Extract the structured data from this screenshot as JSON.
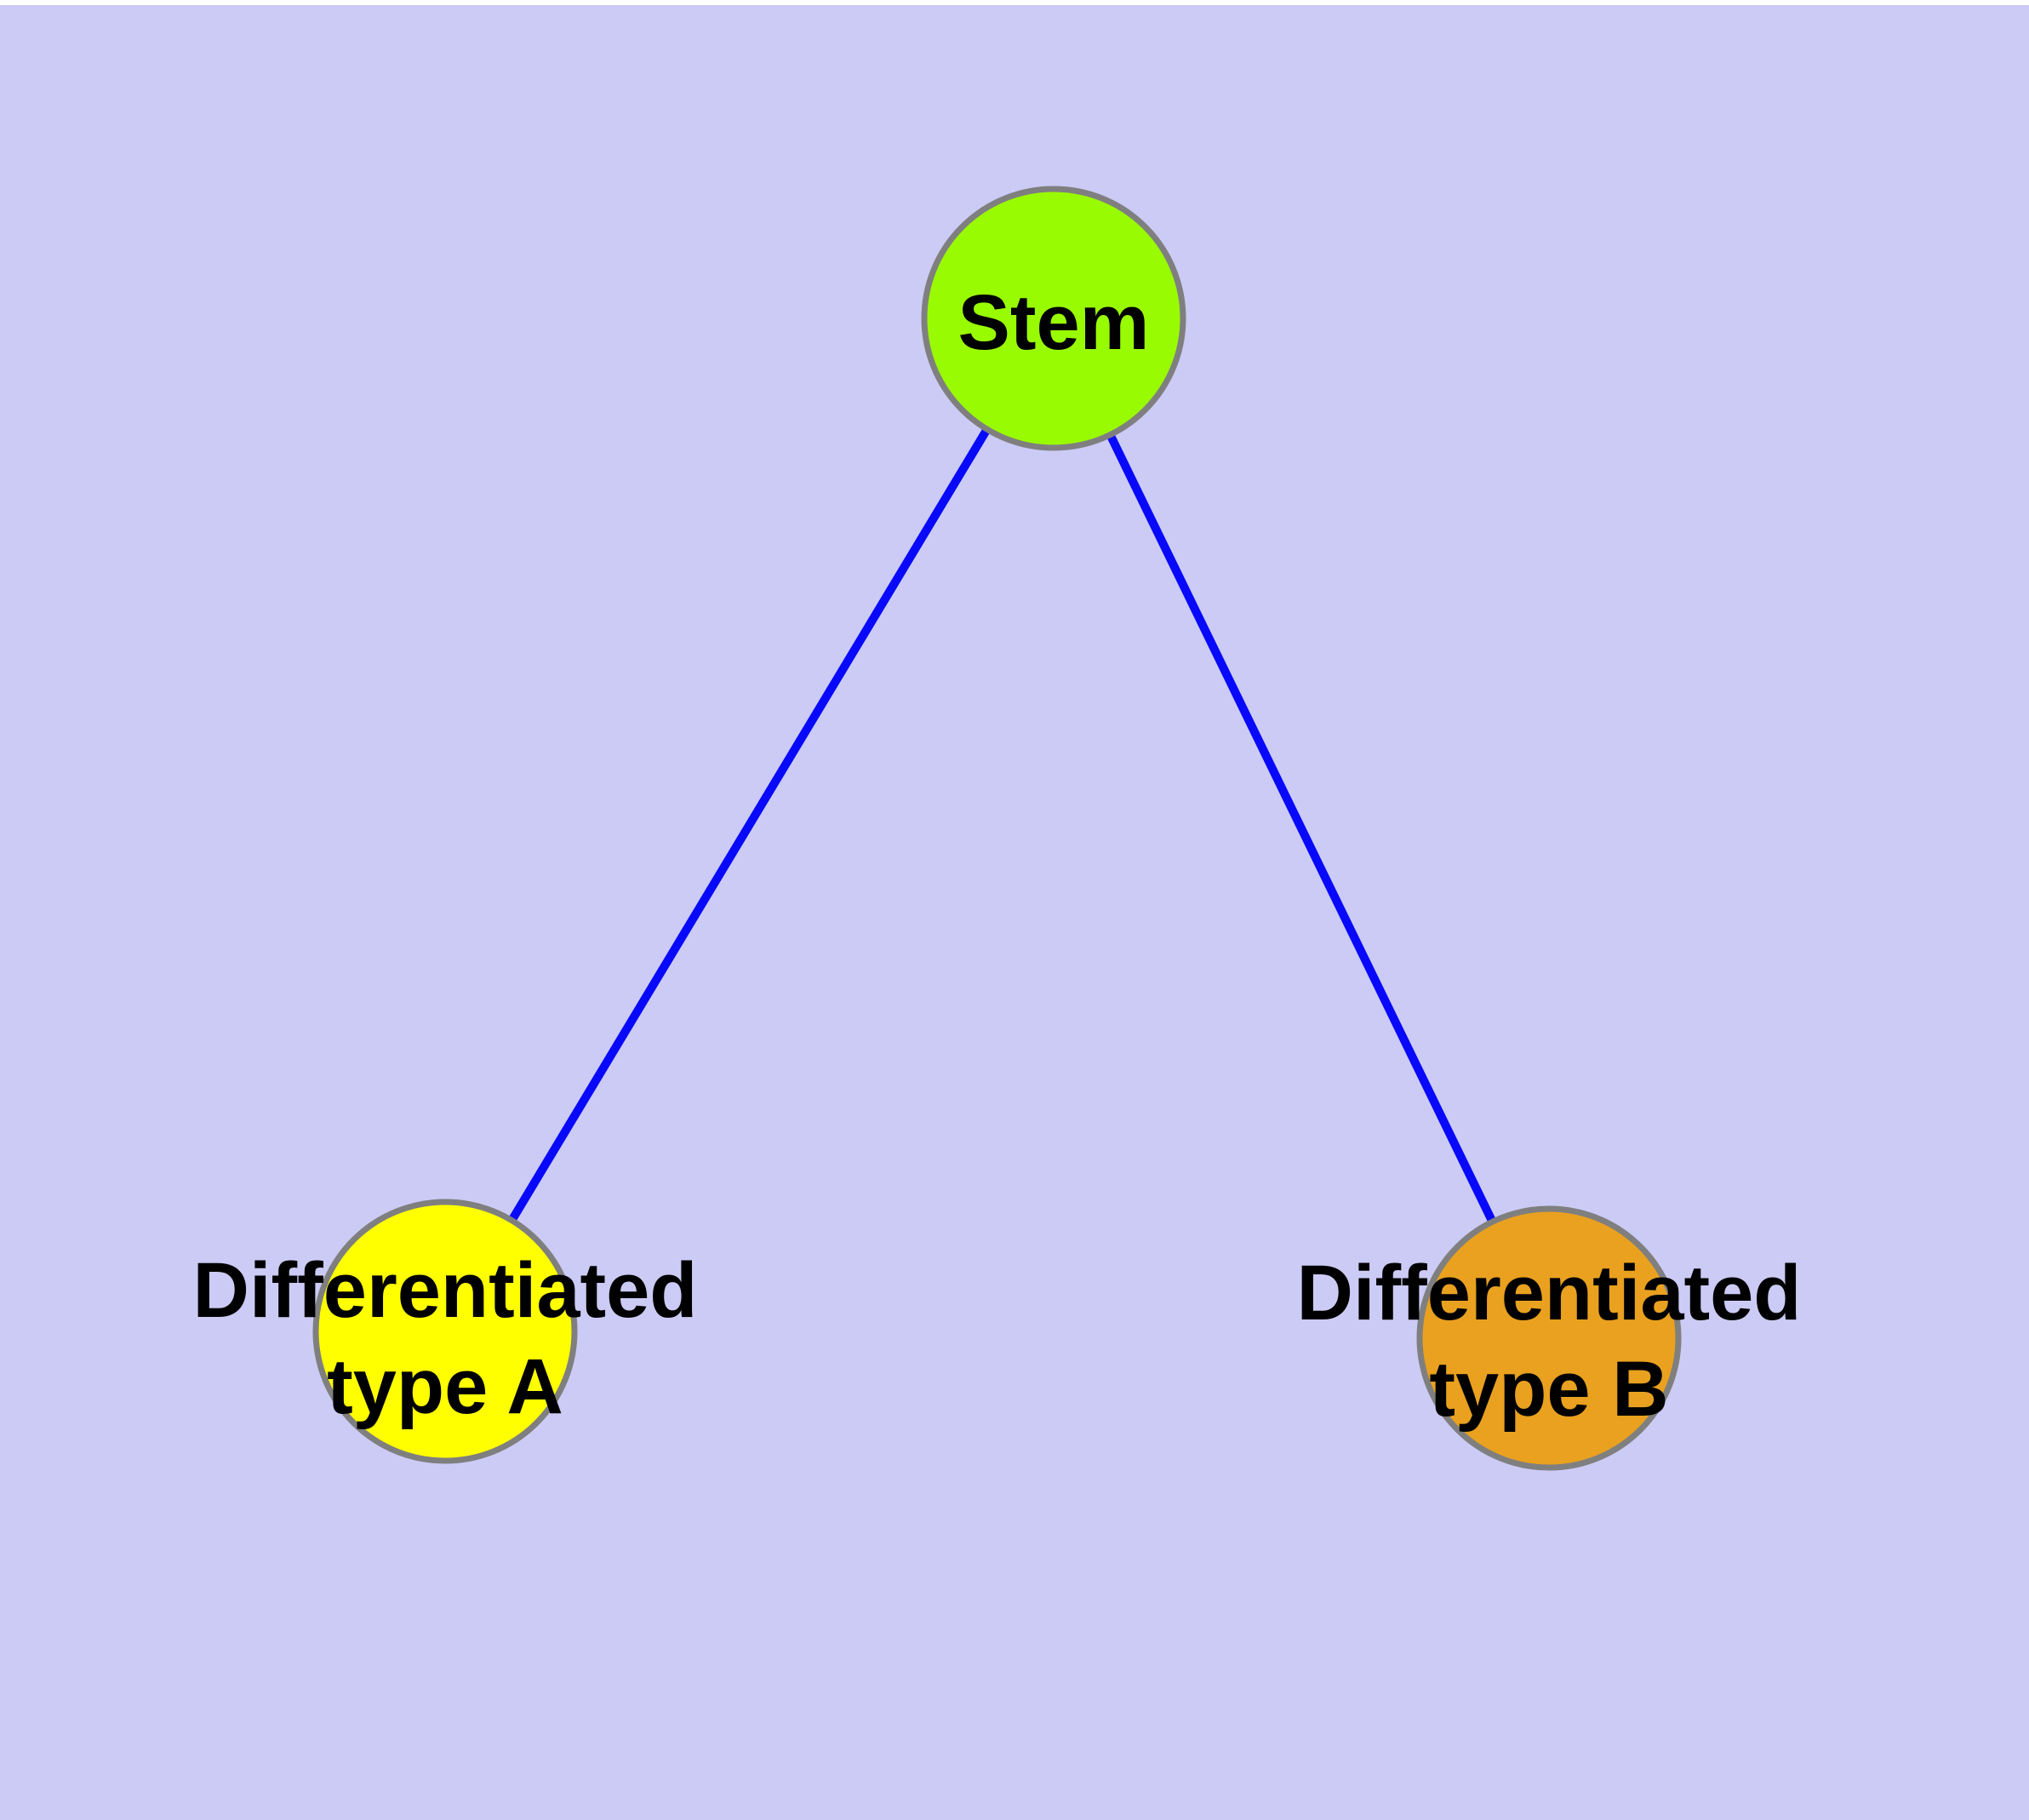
{
  "diagram": {
    "type": "node-link-graph",
    "description": "Cell differentiation hierarchy: a Stem node connected to two differentiated cell-type nodes",
    "nodes": [
      {
        "id": "stem",
        "label": "Stem",
        "fill": "#99fb01"
      },
      {
        "id": "type-a",
        "label_line1": "Differentiated",
        "label_line2": "type A",
        "fill": "#ffff00"
      },
      {
        "id": "type-b",
        "label_line1": "Differentiated",
        "label_line2": "type B",
        "fill": "#e9a11f"
      }
    ],
    "edges": [
      {
        "from": "stem",
        "to": "type-a"
      },
      {
        "from": "stem",
        "to": "type-b"
      }
    ],
    "colors": {
      "background": "#cbcbf5",
      "top_strip": "#ffffff",
      "edge": "#0808fa",
      "node_border": "#7f7f7f",
      "label": "#000000"
    }
  }
}
